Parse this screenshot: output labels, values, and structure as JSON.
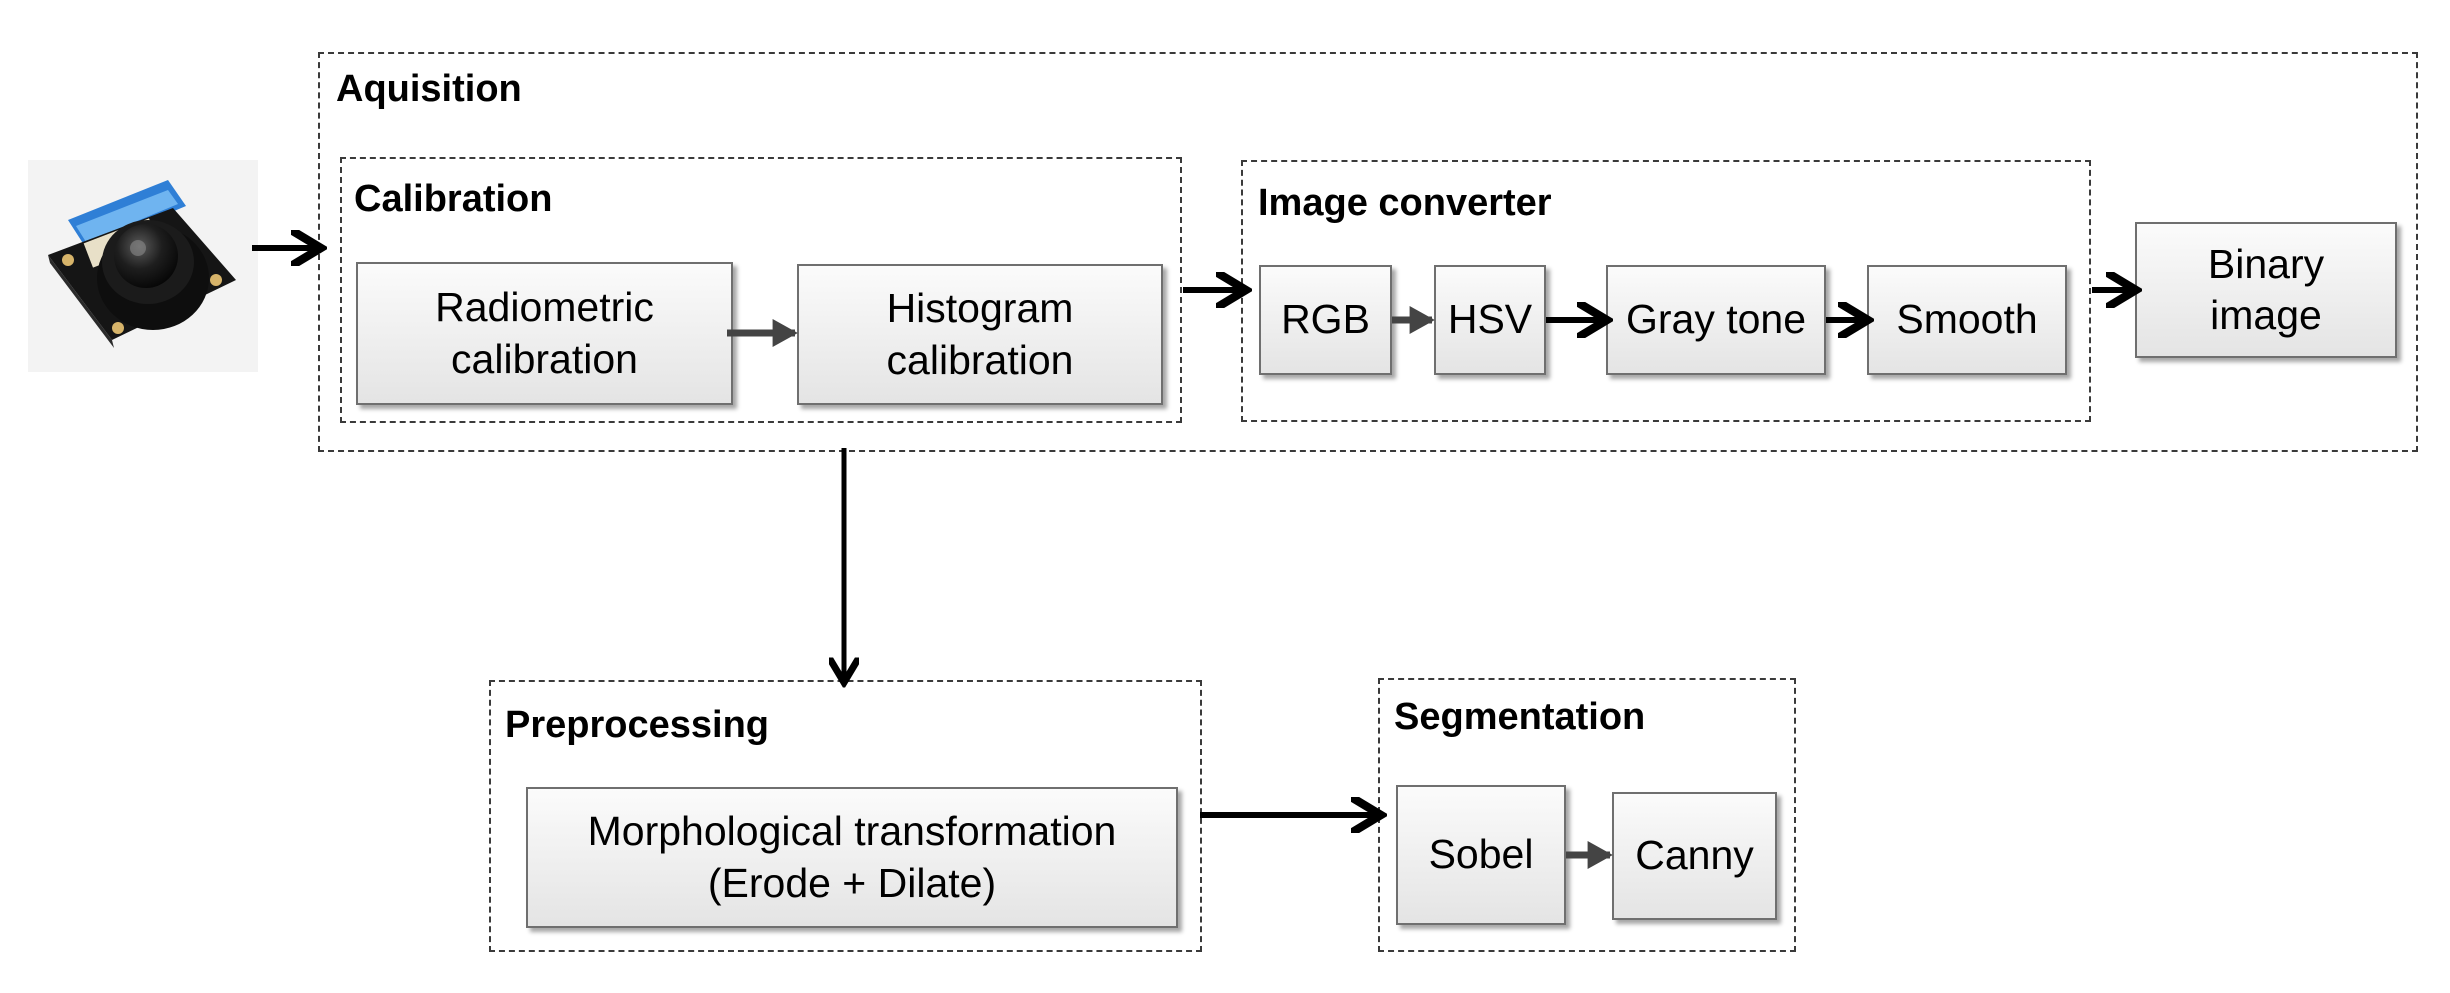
{
  "groups": {
    "acquisition": "Aquisition",
    "calibration": "Calibration",
    "image_converter": "Image converter",
    "preprocessing": "Preprocessing",
    "segmentation": "Segmentation"
  },
  "nodes": {
    "radiometric": [
      "Radiometric",
      "calibration"
    ],
    "histogram": [
      "Histogram",
      "calibration"
    ],
    "rgb": "RGB",
    "hsv": "HSV",
    "gray": "Gray tone",
    "smooth": "Smooth",
    "binary": [
      "Binary",
      "image"
    ],
    "morph": [
      "Morphological transformation",
      "(Erode + Dilate)"
    ],
    "sobel": "Sobel",
    "canny": "Canny"
  },
  "icons": {
    "camera": "camera-module-icon"
  }
}
